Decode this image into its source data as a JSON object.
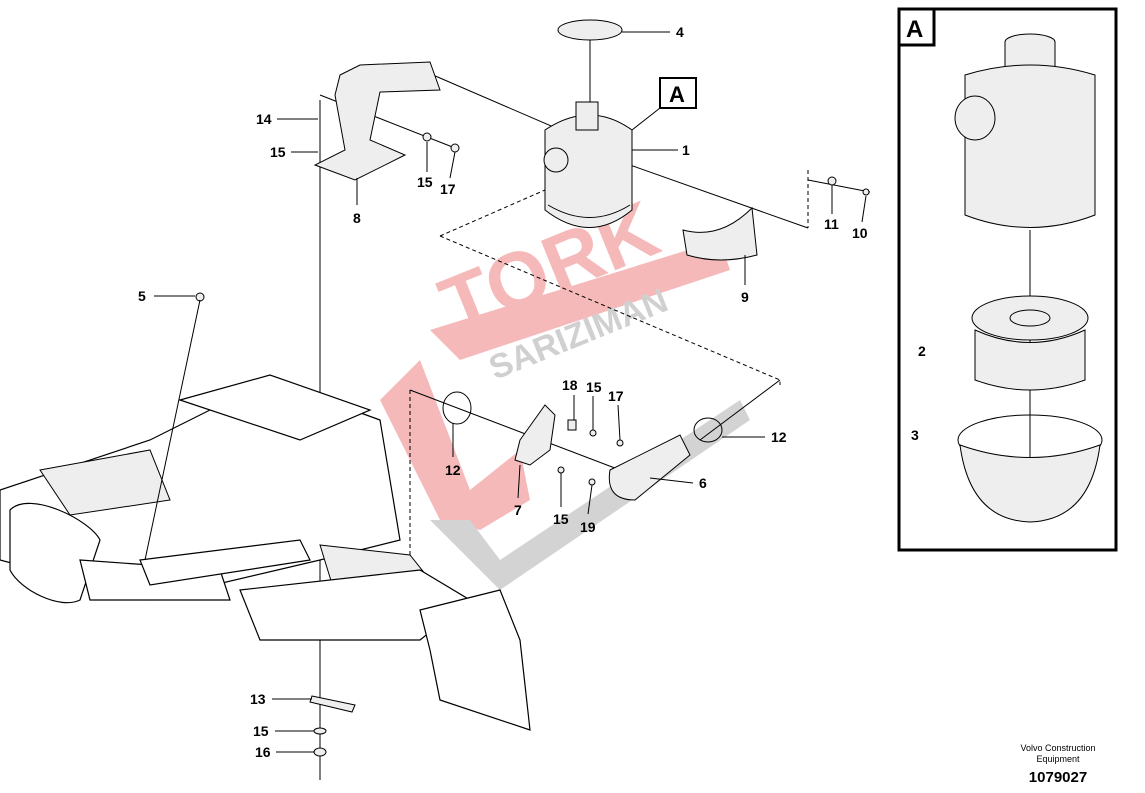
{
  "diagram": {
    "callouts": {
      "c1": "1",
      "c2": "2",
      "c3": "3",
      "c4": "4",
      "c5": "5",
      "c6": "6",
      "c7": "7",
      "c8": "8",
      "c9": "9",
      "c10": "10",
      "c11": "11",
      "c12a": "12",
      "c12b": "12",
      "c13": "13",
      "c14": "14",
      "c15a": "15",
      "c15b": "15",
      "c15c": "15",
      "c15d": "15",
      "c15e": "15",
      "c16": "16",
      "c17a": "17",
      "c17b": "17",
      "c18": "18",
      "c19": "19"
    },
    "detail_marker": "A",
    "inset_label": "A"
  },
  "watermark": {
    "line1": "TORK",
    "line2": "SARIZIMAN",
    "colors": {
      "red": "#f08080",
      "gray": "#b0b0b0"
    }
  },
  "footer": {
    "company": "Volvo Construction Equipment",
    "drawing_number": "1079027"
  }
}
